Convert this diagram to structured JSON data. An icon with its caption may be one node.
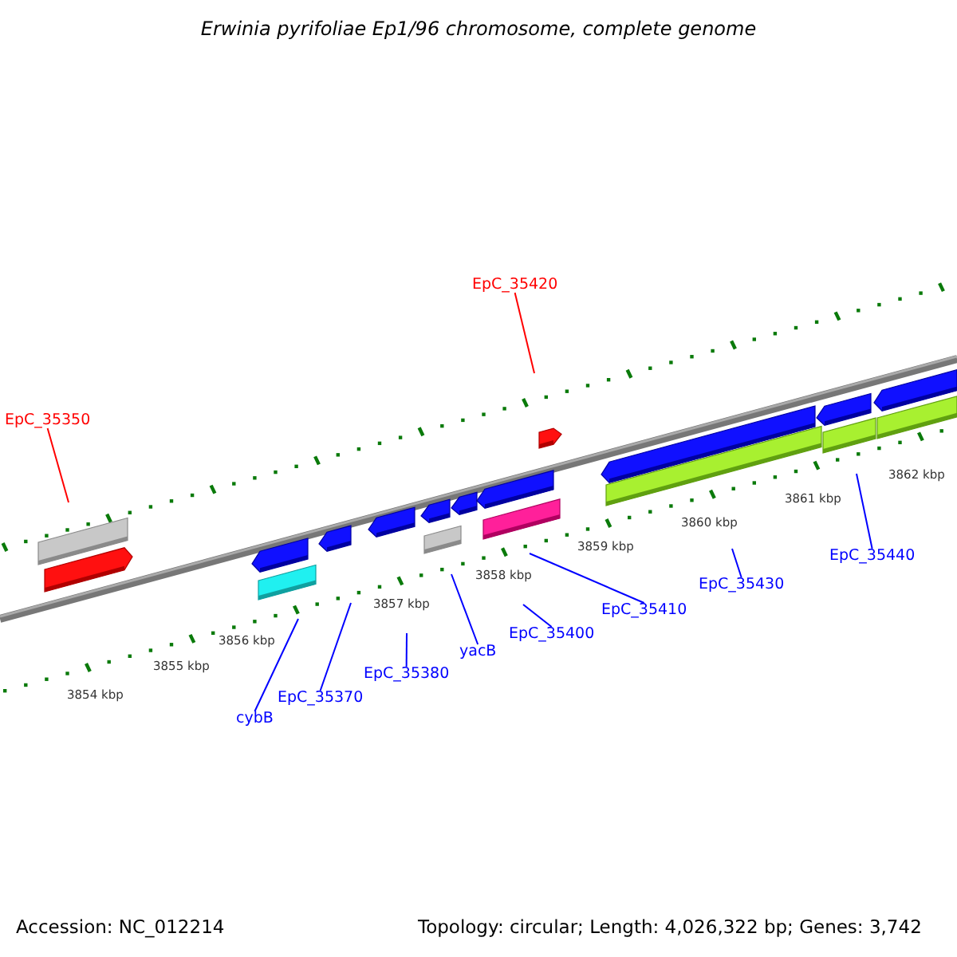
{
  "diagram": {
    "title": "Erwinia pyrifoliae Ep1/96 chromosome, complete genome",
    "nodes": [
      {
        "text": [
          "EpC_35350"
        ]
      },
      {
        "text": [
          "EpC_35420"
        ]
      },
      {
        "text": [
          "cybB"
        ]
      },
      {
        "text": [
          "EpC_35370"
        ]
      },
      {
        "text": [
          "EpC_35380"
        ]
      },
      {
        "text": [
          "yacB"
        ]
      },
      {
        "text": [
          "EpC_35400"
        ]
      },
      {
        "text": [
          "EpC_35410"
        ]
      },
      {
        "text": [
          "EpC_35430"
        ]
      },
      {
        "text": [
          "EpC_35440"
        ]
      }
    ],
    "edges": [
      {
        "from": 0,
        "to": null,
        "arrow": "none",
        "color": "#ff0000"
      },
      {
        "from": 1,
        "to": null,
        "arrow": "none",
        "color": "#ff0000"
      },
      {
        "from": 2,
        "to": null,
        "arrow": "none"
      },
      {
        "from": 3,
        "to": null,
        "arrow": "none"
      },
      {
        "from": 4,
        "to": null,
        "arrow": "none"
      },
      {
        "from": 5,
        "to": null,
        "arrow": "none"
      },
      {
        "from": 6,
        "to": null,
        "arrow": "none"
      },
      {
        "from": 7,
        "to": null,
        "arrow": "none"
      },
      {
        "from": 8,
        "to": null,
        "arrow": "none"
      },
      {
        "from": 9,
        "to": null,
        "arrow": "none"
      }
    ],
    "labels": [
      "3862 kbp",
      "3861 kbp",
      "3860 kbp",
      "3859 kbp",
      "3858 kbp",
      "3857 kbp",
      "3856 kbp",
      "3855 kbp",
      "3854 kbp",
      "Accession: NC_012214",
      "Topology: circular; Length: 4,026,322 bp; Genes: 3,742"
    ]
  }
}
